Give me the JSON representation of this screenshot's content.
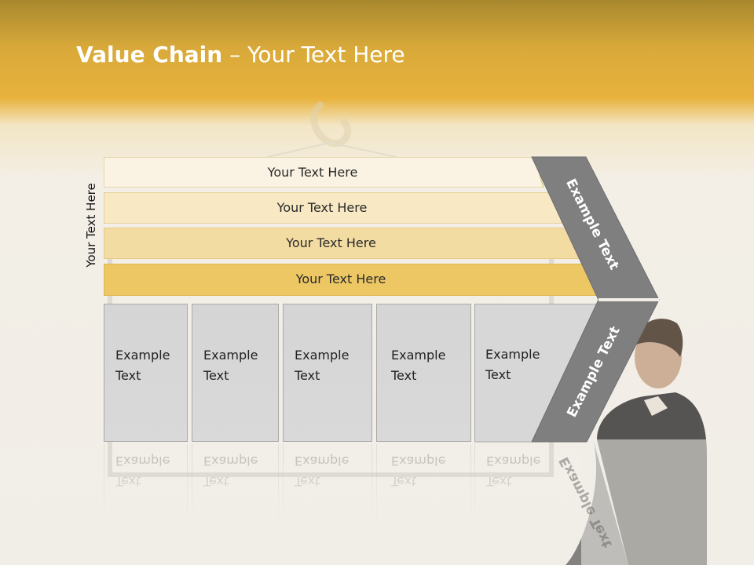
{
  "title": {
    "bold": "Value Chain",
    "rest": " – Your Text Here"
  },
  "side_label": "Your Text Here",
  "bands": [
    {
      "label": "Your Text Here"
    },
    {
      "label": "Your Text Here"
    },
    {
      "label": "Your Text Here"
    },
    {
      "label": "Your Text Here"
    }
  ],
  "boxes": [
    {
      "line1": "Example",
      "line2": "Text"
    },
    {
      "line1": "Example",
      "line2": "Text"
    },
    {
      "line1": "Example",
      "line2": "Text"
    },
    {
      "line1": "Example",
      "line2": "Text"
    },
    {
      "line1": "Example",
      "line2": "Text"
    }
  ],
  "chevron": {
    "upper": "Example Text",
    "lower": "Example Text"
  },
  "colors": {
    "band1": "#faf3e3",
    "band2": "#f8e8c4",
    "band3": "#f3dca2",
    "band4": "#ecc764",
    "chevron": "#7f7f7f",
    "header": "#e8b23c"
  }
}
